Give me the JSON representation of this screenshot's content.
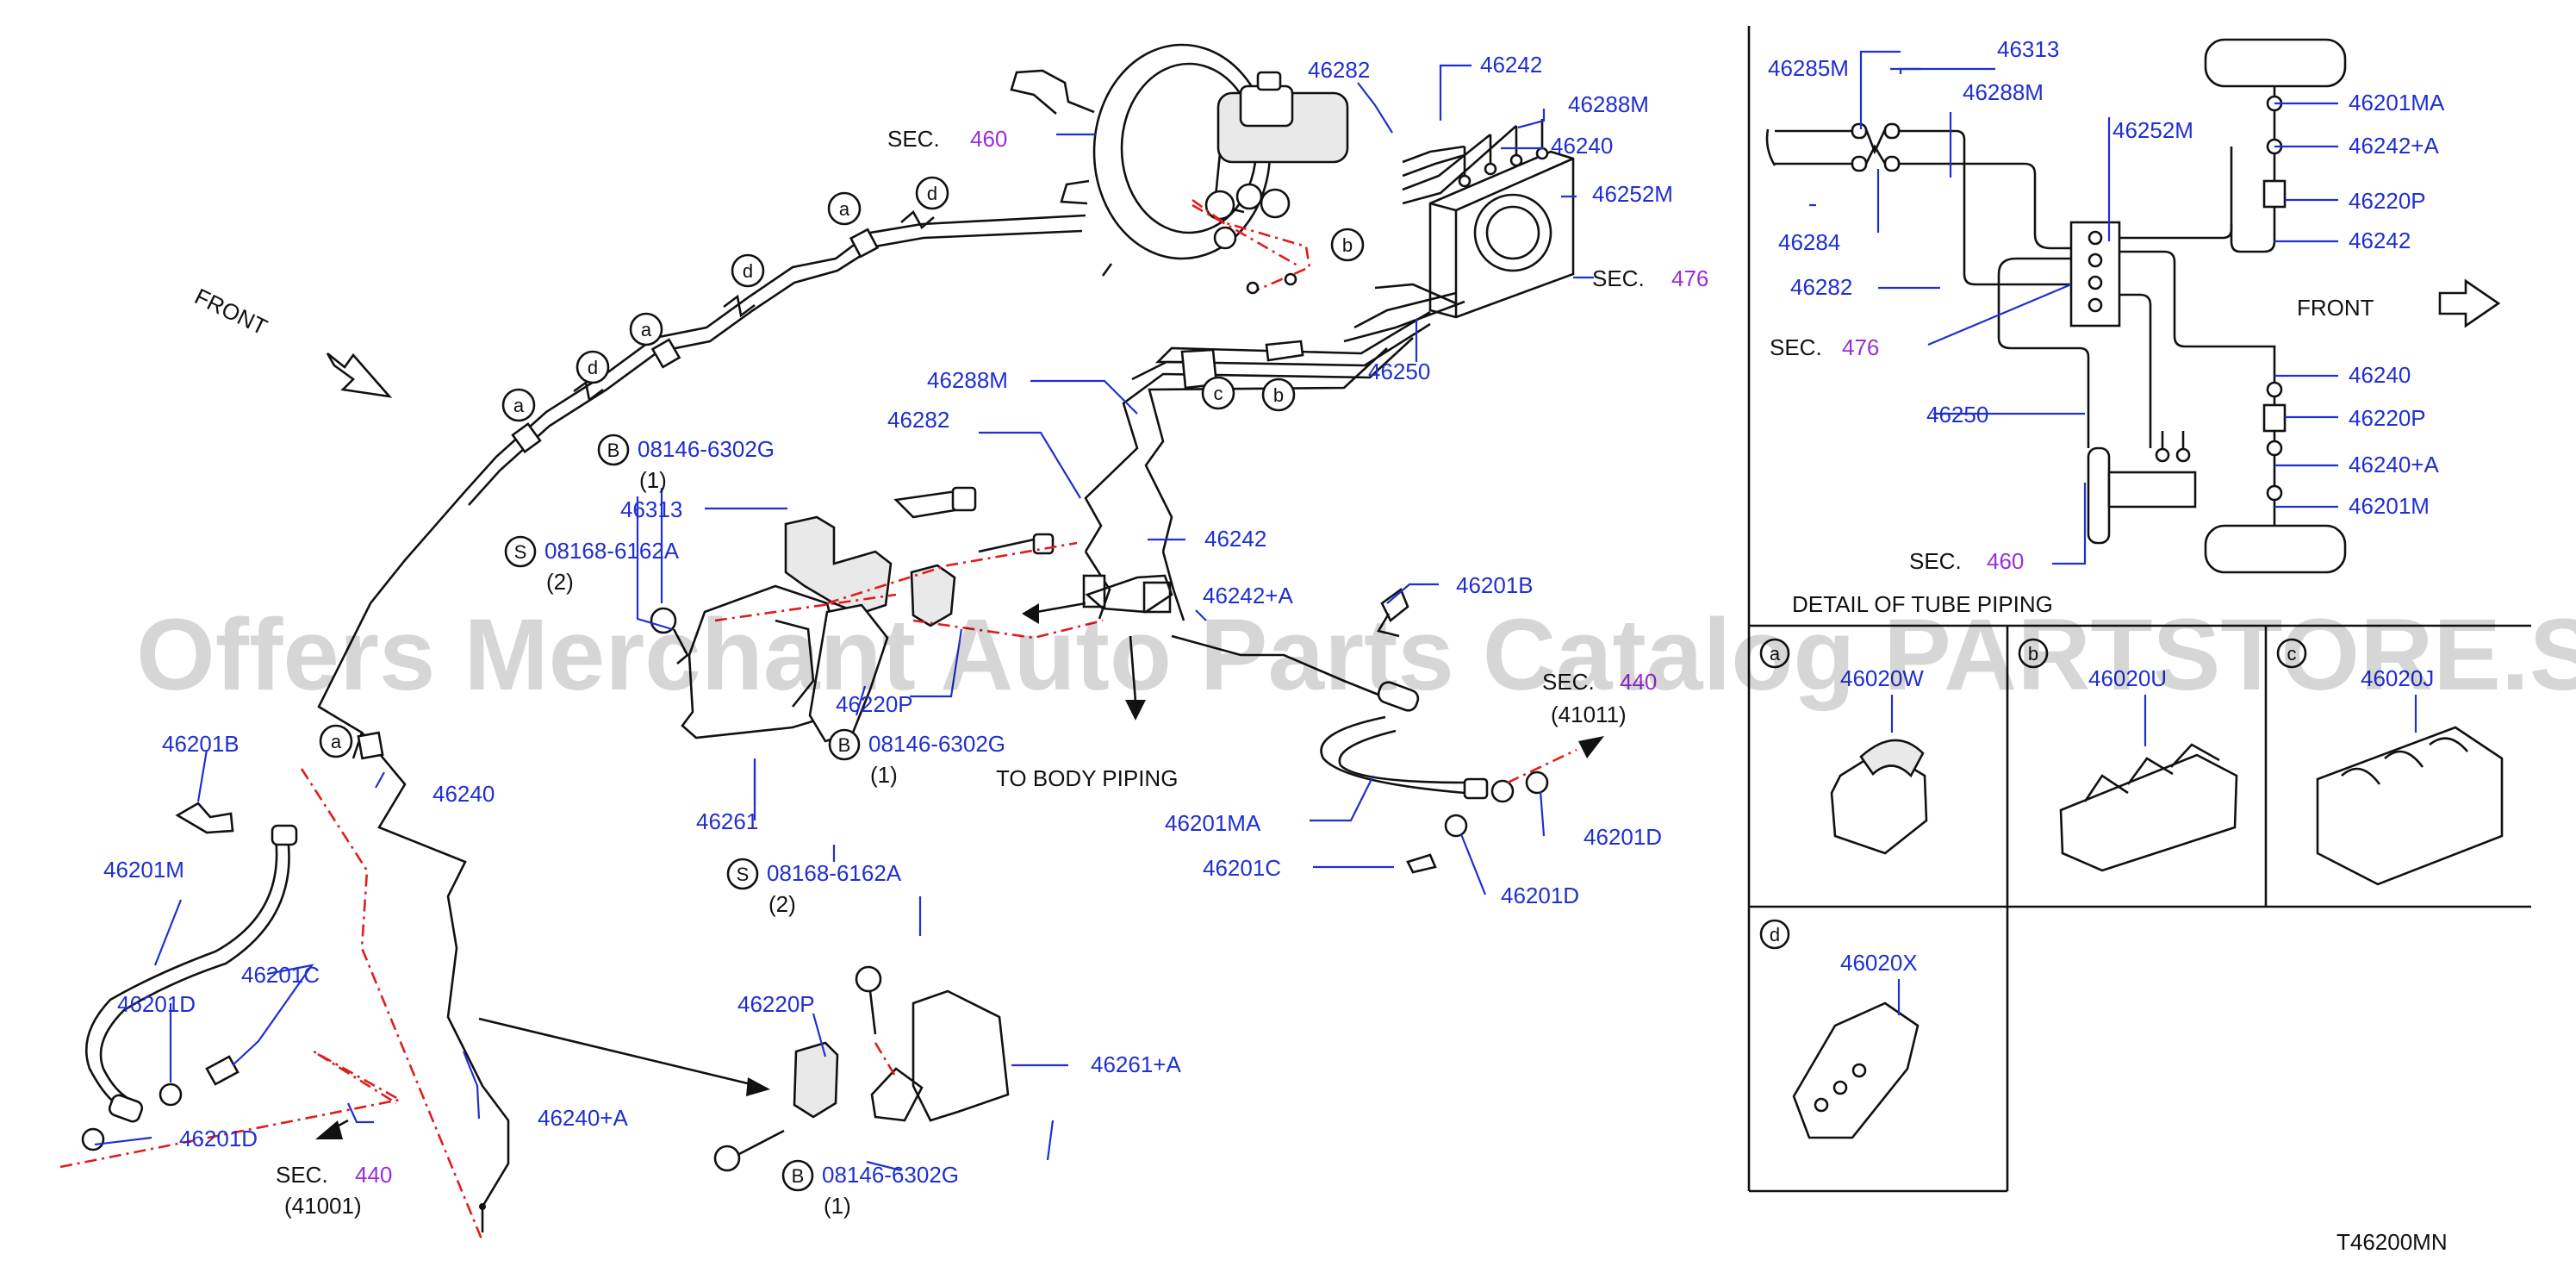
{
  "drawing_id": "T46200MN",
  "watermark": "Offers Merchant Auto Parts Catalog PARTSTORE.SA",
  "front_label": "FRONT",
  "colors": {
    "part_label": "#1f2fd0",
    "section_number": "#9a2ed6",
    "phantom_line": "#e01c1c",
    "line": "#111111"
  },
  "bolt_refs": {
    "b_top": {
      "letter": "B",
      "part": "08146-6302G",
      "qty": "(1)"
    },
    "s_top": {
      "letter": "S",
      "part": "08168-6162A",
      "qty": "(2)"
    },
    "b_mid": {
      "letter": "B",
      "part": "08146-6302G",
      "qty": "(1)"
    },
    "s_mid": {
      "letter": "S",
      "part": "08168-6162A",
      "qty": "(2)"
    },
    "b_bot": {
      "letter": "B",
      "part": "08146-6302G",
      "qty": "(1)"
    }
  },
  "main_labels": {
    "p46282_top": "46282",
    "p46242_top": "46242",
    "p46288M_top": "46288M",
    "p46240_top": "46240",
    "p46252M_top": "46252M",
    "p46250": "46250",
    "p46288M_mid": "46288M",
    "p46282_mid": "46282",
    "p46313": "46313",
    "p46242_mid": "46242",
    "p46242A": "46242+A",
    "p46201B_right": "46201B",
    "p46220P": "46220P",
    "p46261": "46261",
    "p46201MA": "46201MA",
    "p46201C_right": "46201C",
    "p46201D_r1": "46201D",
    "p46201D_r2": "46201D",
    "p46201B_left": "46201B",
    "p46201M": "46201M",
    "p46201D_l1": "46201D",
    "p46201C_left": "46201C",
    "p46201D_l2": "46201D",
    "p46240": "46240",
    "p46240A": "46240+A",
    "p46220P_bot": "46220P",
    "p46261A": "46261+A"
  },
  "sections": {
    "sec460_top": {
      "word": "SEC.",
      "num": "460"
    },
    "sec476_top": {
      "word": "SEC.",
      "num": "476"
    },
    "sec440_right": {
      "word": "SEC.",
      "num": "440",
      "code": "(41011)"
    },
    "sec440_left": {
      "word": "SEC.",
      "num": "440",
      "code": "(41001)"
    }
  },
  "to_body_piping": "TO  BODY  PIPING",
  "clip_markers": [
    "a",
    "d",
    "d",
    "a",
    "d",
    "a",
    "a",
    "c",
    "b",
    "b"
  ],
  "schematic": {
    "labels": {
      "p46313": "46313",
      "p46285M": "46285M",
      "p46288M": "46288M",
      "p46284": "46284",
      "p46252M": "46252M",
      "p46282": "46282",
      "p46250": "46250",
      "p46201MA": "46201MA",
      "p46242A": "46242+A",
      "p46220P_1": "46220P",
      "p46242": "46242",
      "p46240": "46240",
      "p46220P_2": "46220P",
      "p46240A": "46240+A",
      "p46201M": "46201M"
    },
    "sec476": {
      "word": "SEC.",
      "num": "476"
    },
    "sec460": {
      "word": "SEC.",
      "num": "460"
    },
    "front": "FRONT"
  },
  "detail": {
    "title": "DETAIL  OF  TUBE  PIPING",
    "cells": [
      {
        "marker": "a",
        "part": "46020W"
      },
      {
        "marker": "b",
        "part": "46020U"
      },
      {
        "marker": "c",
        "part": "46020J"
      },
      {
        "marker": "d",
        "part": "46020X"
      }
    ]
  }
}
